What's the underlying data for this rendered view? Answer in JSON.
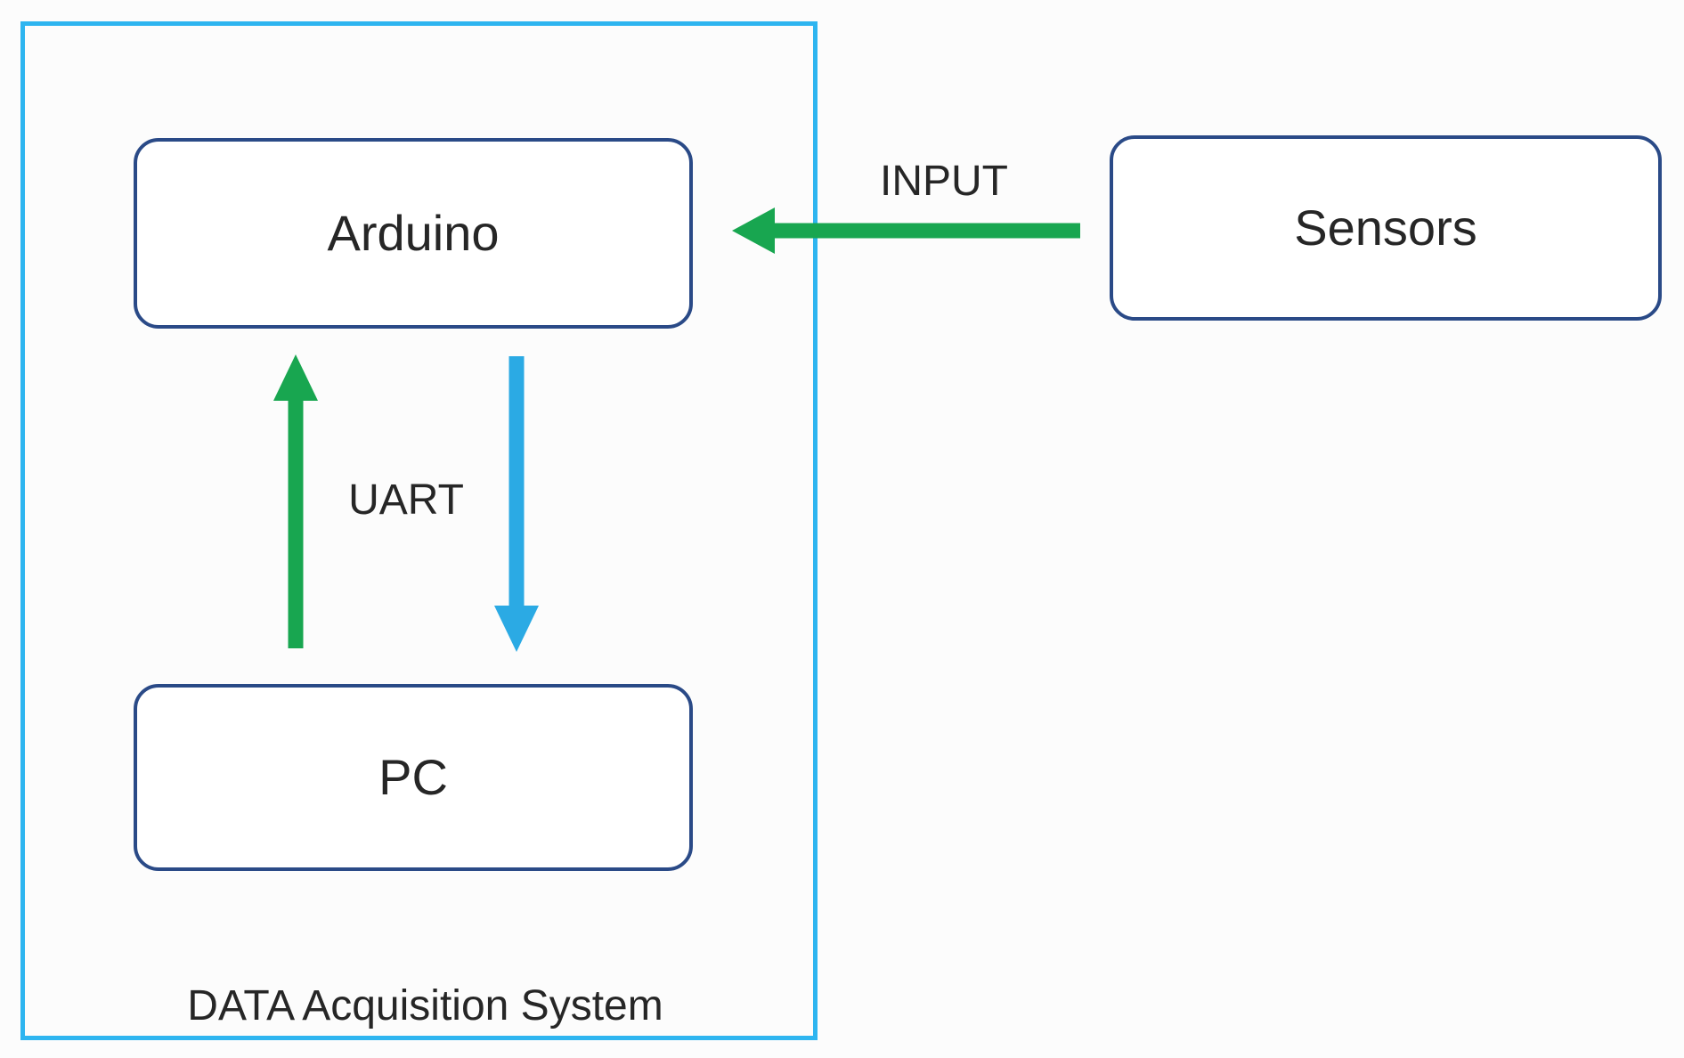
{
  "diagram": {
    "container": {
      "label": "DATA Acquisition System",
      "border_color": "#2EB5F0"
    },
    "nodes": {
      "arduino": {
        "label": "Arduino"
      },
      "pc": {
        "label": "PC"
      },
      "sensors": {
        "label": "Sensors"
      }
    },
    "node_style": {
      "border_color": "#2A4A87",
      "fill": "#FFFFFF",
      "text_color": "#262626"
    },
    "arrows": {
      "input": {
        "label": "INPUT",
        "from": "Sensors",
        "to": "Arduino",
        "direction": "left",
        "color": "#18A650"
      },
      "uart_up": {
        "from": "PC",
        "to": "Arduino",
        "direction": "up",
        "color": "#18A650"
      },
      "uart_down": {
        "from": "Arduino",
        "to": "PC",
        "direction": "down",
        "color": "#2BAAE4"
      },
      "uart_label": "UART"
    },
    "colors": {
      "background": "#FCFCFC",
      "container_border": "#2EB5F0",
      "node_border": "#2A4A87",
      "node_fill": "#FFFFFF",
      "text_color": "#262626",
      "green": "#18A650",
      "blue": "#2BAAE4"
    }
  }
}
